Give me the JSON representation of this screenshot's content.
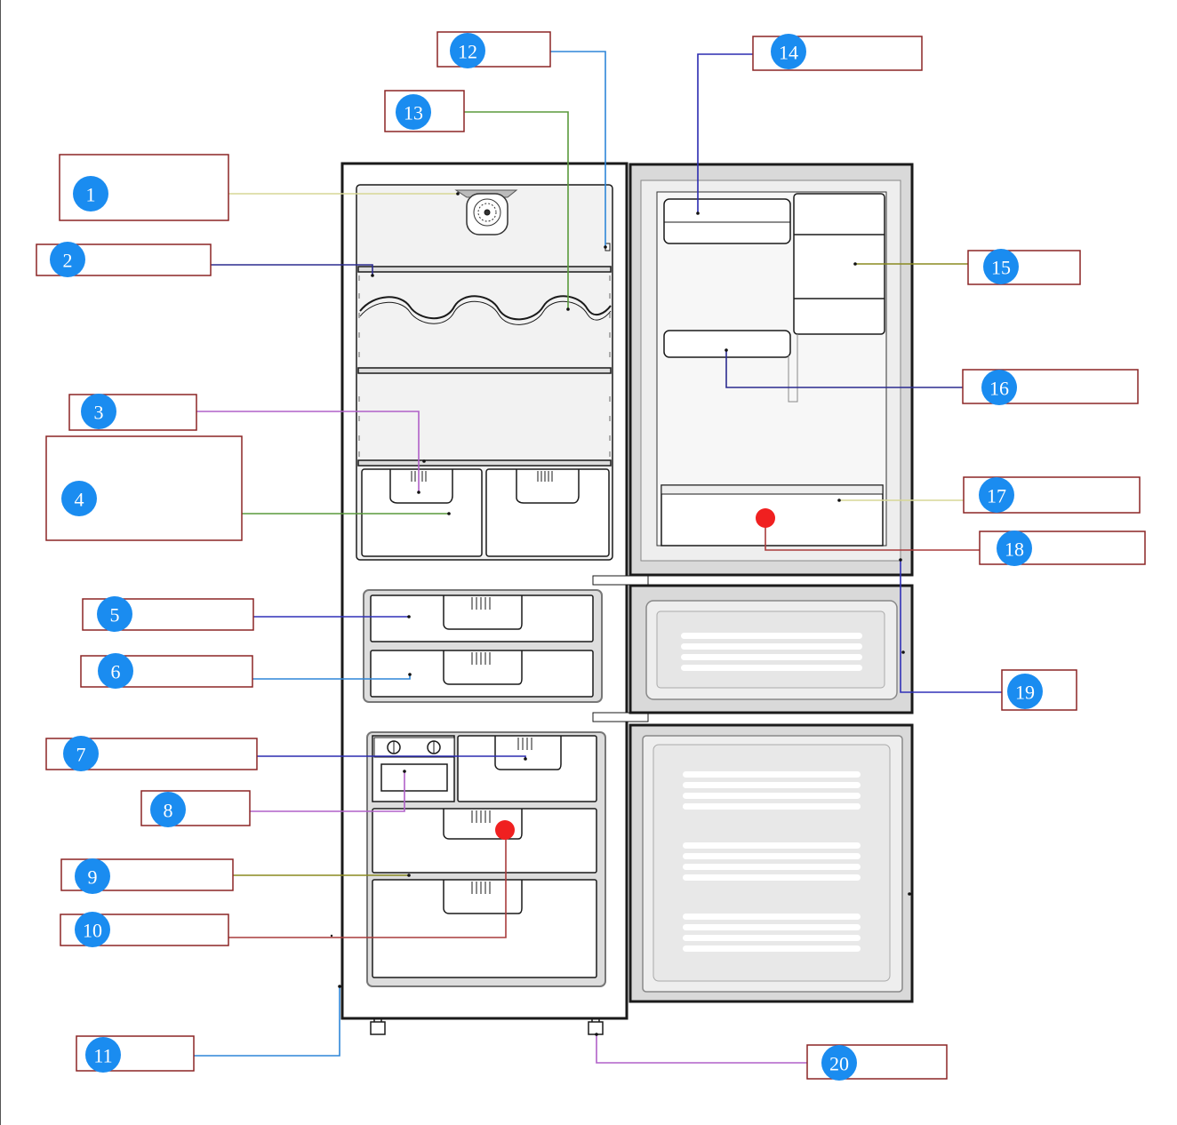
{
  "diagram": {
    "labels": [
      {
        "number": "1",
        "line_color": "#d7d795"
      },
      {
        "number": "2",
        "line_color": "#2b2b8f"
      },
      {
        "number": "3",
        "line_color": "#b060c8"
      },
      {
        "number": "4",
        "line_color": "#5a9a3c"
      },
      {
        "number": "5",
        "line_color": "#3030b8"
      },
      {
        "number": "6",
        "line_color": "#2e86d8"
      },
      {
        "number": "7",
        "line_color": "#2b2bb0"
      },
      {
        "number": "8",
        "line_color": "#b060c8"
      },
      {
        "number": "9",
        "line_color": "#8a8a20"
      },
      {
        "number": "10",
        "line_color": "#a83c3c"
      },
      {
        "number": "11",
        "line_color": "#2e86d8"
      },
      {
        "number": "12",
        "line_color": "#2e86d8"
      },
      {
        "number": "13",
        "line_color": "#5a9a3c"
      },
      {
        "number": "14",
        "line_color": "#2b2bb0"
      },
      {
        "number": "15",
        "line_color": "#8a8a20"
      },
      {
        "number": "16",
        "line_color": "#2b2b8f"
      },
      {
        "number": "17",
        "line_color": "#d7d795"
      },
      {
        "number": "18",
        "line_color": "#a83c3c"
      },
      {
        "number": "19",
        "line_color": "#3030b8"
      },
      {
        "number": "20",
        "line_color": "#b060c8"
      }
    ],
    "colors": {
      "badge": "#1a8cf0",
      "box_border": "#8b2525",
      "marker": "#f02020",
      "outline": "#1a1a1a",
      "panel": "#ececec"
    }
  }
}
